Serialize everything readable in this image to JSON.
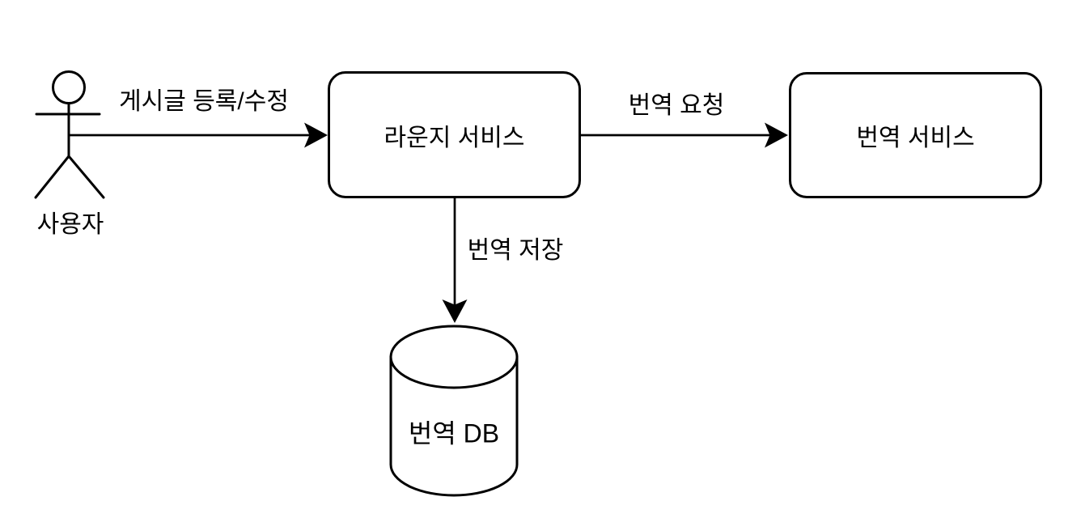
{
  "diagram": {
    "background_color": "#ffffff",
    "stroke_color": "#000000",
    "fill_color": "#ffffff",
    "nodes": {
      "actor": {
        "type": "stick-figure-actor",
        "label": "사용자"
      },
      "lounge_service": {
        "type": "rounded-rectangle",
        "label": "라운지 서비스"
      },
      "translation_service": {
        "type": "rounded-rectangle",
        "label": "번역 서비스"
      },
      "translation_db": {
        "type": "database-cylinder",
        "label": "번역 DB"
      }
    },
    "edges": [
      {
        "from": "actor",
        "to": "lounge_service",
        "label": "게시글 등록/수정",
        "direction": "right"
      },
      {
        "from": "lounge_service",
        "to": "translation_service",
        "label": "번역 요청",
        "direction": "right"
      },
      {
        "from": "lounge_service",
        "to": "translation_db",
        "label": "번역 저장",
        "direction": "down"
      }
    ]
  }
}
